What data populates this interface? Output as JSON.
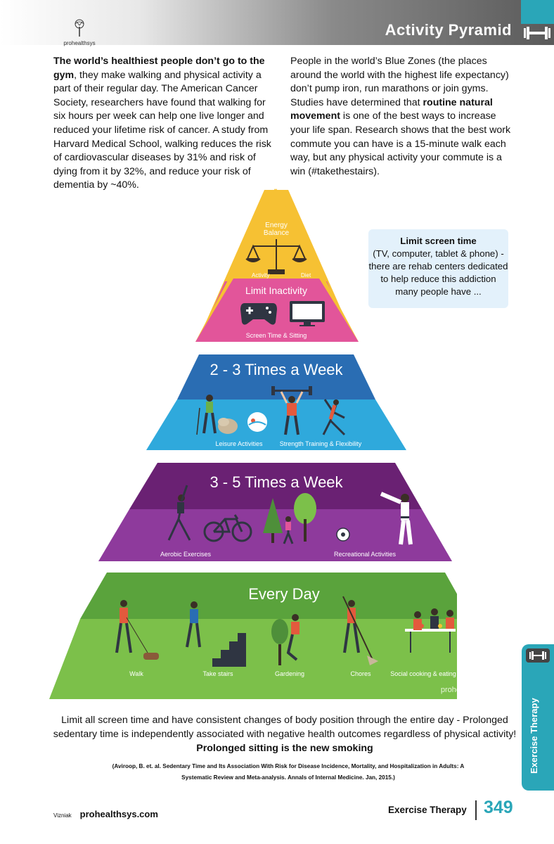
{
  "header": {
    "title": "Activity Pyramid",
    "logo_text": "prohealthsys"
  },
  "intro": {
    "left_bold": "The world’s healthiest people don’t go to the gym",
    "left_rest": ", they make walking and physical activity a part of their regular day. The American Cancer Society, researchers have found that walking for six hours per week can help one live longer and reduced your lifetime risk of cancer. A study from Harvard Medical School, walking reduces the risk of cardiovascular diseases by 31% and risk of dying from it by 32%, and reduce your risk of dementia by ~40%.",
    "right_start": "People in the world’s Blue Zones (the places around the world with the highest life expectancy) don’t pump iron, run marathons or join gyms. Studies have determined that ",
    "right_bold": "routine natural movement",
    "right_rest": " is one of the best ways to increase your life span. Research shows that the best work commute you can have is a 15-minute walk each way, but any physical activity your commute is a win (#takethestairs)."
  },
  "pyramid": {
    "tier1": {
      "energy_label_1": "Energy",
      "energy_label_2": "Balance",
      "activity": "Activity",
      "diet": "Diet",
      "limit_title": "Limit Inactivity",
      "limit_caption": "Screen Time & Sitting"
    },
    "tier2": {
      "title": "2 - 3 Times a Week",
      "caption_left": "Leisure Activities",
      "caption_right": "Strength Training & Flexibility"
    },
    "tier3": {
      "title": "3 - 5 Times a Week",
      "caption_left": "Aerobic Exercises",
      "caption_right": "Recreational Activities"
    },
    "tier4": {
      "title": "Every Day",
      "captions": [
        "Walk",
        "Take stairs",
        "Gardening",
        "Chores",
        "Social cooking & eating"
      ],
      "watermark": "prohealthsys.com"
    },
    "colors": {
      "yellow": "#f6c133",
      "pink": "#e2559a",
      "blue_dark": "#2a6db3",
      "blue_light": "#2fa9dc",
      "purple_dark": "#6a2173",
      "purple_light": "#8e3a9c",
      "green_dark": "#5aa33c",
      "green_light": "#7cc04a"
    }
  },
  "callout": {
    "title": "Limit screen time",
    "body": "(TV, computer, tablet & phone) - there are rehab centers dedicated to help reduce this addiction many people have ..."
  },
  "bottom": {
    "text": "Limit all screen time and have consistent changes of body position through the entire day - Prolonged sedentary time is independently associated with negative health outcomes regardless of physical activity!",
    "bold": "Prolonged sitting is the new smoking",
    "citation_1": "(Aviroop, B. et. al. Sedentary Time and Its Association With Risk for Disease Incidence, Mortality, and Hospitalization in Adults: A",
    "citation_2": "Systematic Review and Meta-analysis. Annals of Internal Medicine. Jan, 2015.)"
  },
  "side_tab": {
    "label": "Exercise Therapy"
  },
  "footer": {
    "author": "Vizniak",
    "site": "prohealthsys.com",
    "section": "Exercise Therapy",
    "page": "349"
  }
}
